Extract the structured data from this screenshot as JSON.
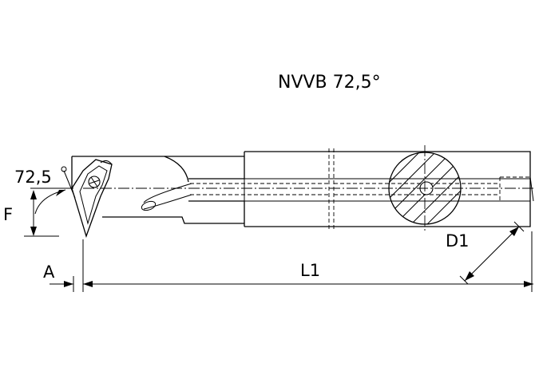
{
  "title": "NVVB 72,5°",
  "dimensions": {
    "angle": "72,5",
    "f": "F",
    "a": "A",
    "l1": "L1",
    "d1": "D1"
  }
}
